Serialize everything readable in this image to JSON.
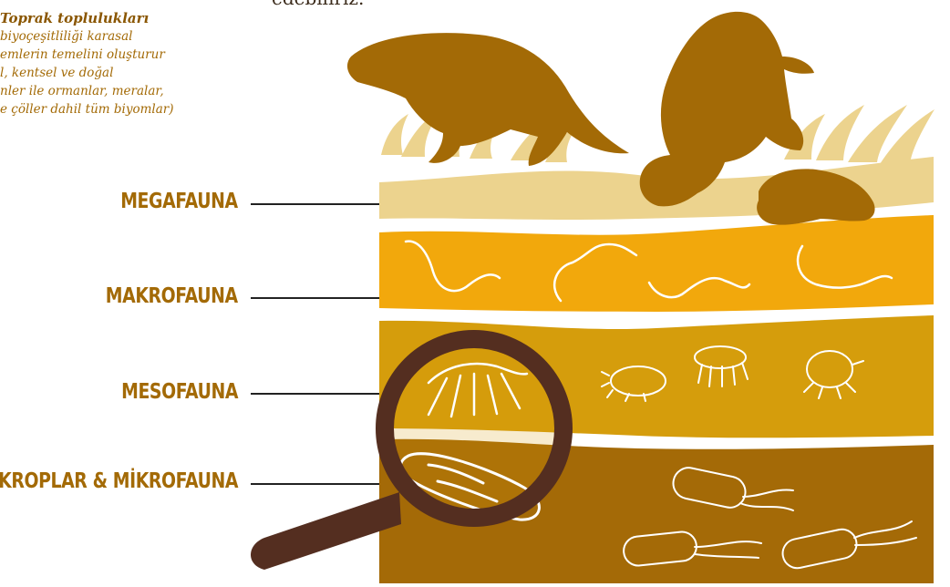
{
  "top_fragment": "edebiliriz.",
  "intro": {
    "title": "Toprak toplulukları",
    "lines": [
      "biyoçeşitliliği karasal",
      "emlerin temelini oluşturur",
      "l, kentsel ve doğal",
      "nler ile ormanlar, meralar,",
      "e çöller dahil tüm biyomlar)"
    ]
  },
  "layers": {
    "megafauna": "MEGAFAUNA",
    "makrofauna": "MAKROFAUNA",
    "mesofauna": "MESOFAUNA",
    "microbes": "MİKROPLAR & MİKROFAUNA"
  },
  "colors": {
    "megafauna_band": "#ecd38e",
    "makrofauna_band": "#f2a80c",
    "mesofauna_band": "#d59d0c",
    "microbes_band": "#a46a07",
    "animals": "#a36a06",
    "magnifier": "#542e20",
    "label": "#a36a06"
  }
}
